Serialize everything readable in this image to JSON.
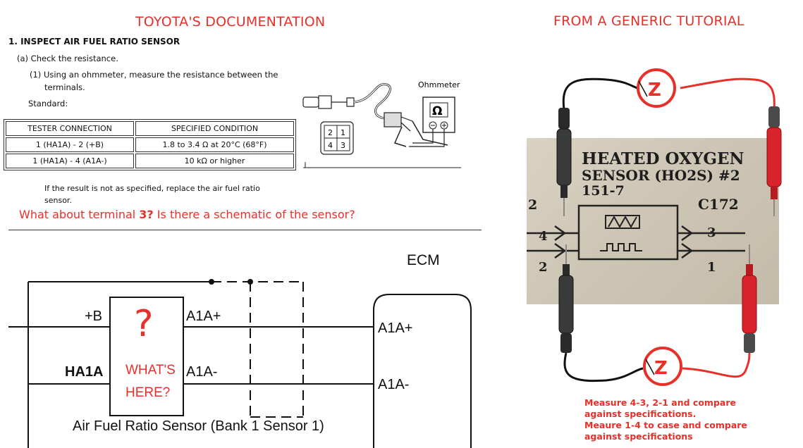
{
  "left": {
    "heading": "TOYOTA'S DOCUMENTATION",
    "section_title": "1. INSPECT AIR FUEL RATIO SENSOR",
    "step_a": "(a) Check the resistance.",
    "step_1_line1": "(1) Using an ohmmeter, measure the resistance between the",
    "step_1_line2": "terminals.",
    "standard_label": "Standard:",
    "table": {
      "headers": [
        "TESTER CONNECTION",
        "SPECIFIED CONDITION"
      ],
      "rows": [
        [
          "1 (HA1A) - 2 (+B)",
          "1.8 to 3.4 Ω at 20°C (68°F)"
        ],
        [
          "1 (HA1A) - 4 (A1A-)",
          "10 kΩ or higher"
        ]
      ]
    },
    "ohmmeter_label": "Ohmmeter",
    "ohm_symbol": "Ω",
    "connector_pins": [
      "2",
      "1",
      "4",
      "3"
    ],
    "result_line1": "If the result is not as specified, replace the air fuel ratio",
    "result_line2": "sensor.",
    "question_part1": "What about terminal ",
    "question_terminal": "3?",
    "question_part2": "  Is there a schematic of the sensor?",
    "schematic": {
      "ecm_label": "ECM",
      "plus_b": "+B",
      "ha1a": "HA1A",
      "a1a_plus_sensor": "A1A+",
      "a1a_minus_sensor": "A1A-",
      "a1a_plus_ecm": "A1A+",
      "a1a_minus_ecm": "A1A-",
      "question_mark": "?",
      "whats": "WHAT'S",
      "here": "HERE?",
      "sensor_caption": "Air Fuel Ratio Sensor (Bank 1 Sensor 1)"
    }
  },
  "right": {
    "heading": "FROM A GENERIC TUTORIAL",
    "z_top": "Z",
    "z_bottom": "Z",
    "photo": {
      "line1": "HEATED OXYGEN",
      "line2": "SENSOR (HO2S) #2",
      "line3": "151-7",
      "connector": "C172",
      "pin_left_top": "2",
      "pin_4": "4",
      "pin_2": "2",
      "pin_3": "3",
      "pin_1": "1"
    },
    "note_line1": "Measure 4-3, 2-1 and compare",
    "note_line2": "against specifications.",
    "note_line3": "Meaure 1-4 to case and compare",
    "note_line4": "against specifications"
  },
  "colors": {
    "annotation_red": "#e8302a",
    "probe_red": "#d8232a",
    "probe_black": "#1a1a1a",
    "wire_red": "#e8302a"
  }
}
